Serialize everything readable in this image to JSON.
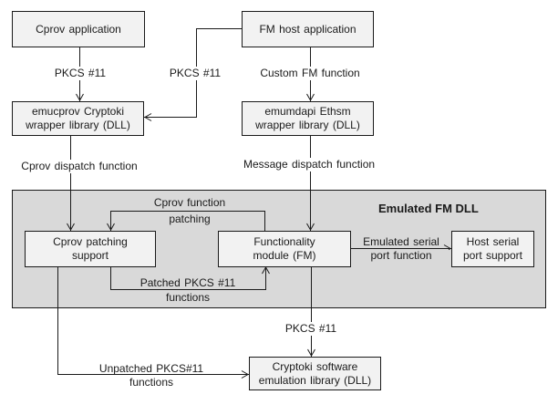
{
  "region": {
    "title": "Emulated FM DLL",
    "fill": "#d9d9d9"
  },
  "boxes": {
    "cprov_app": {
      "label": "Cprov application"
    },
    "fm_host_app": {
      "label": "FM host application"
    },
    "emucprov": {
      "line1": "emucprov Cryptoki",
      "line2": "wrapper library (DLL)"
    },
    "emumdapi": {
      "line1": "emumdapi Ethsm",
      "line2": "wrapper library (DLL)"
    },
    "cprov_patching": {
      "line1": "Cprov patching",
      "line2": "support"
    },
    "fm": {
      "line1": "Functionality",
      "line2": "module (FM)"
    },
    "host_serial": {
      "line1": "Host serial",
      "line2": "port support"
    },
    "cryptoki_sw": {
      "line1": "Cryptoki software",
      "line2": "emulation library (DLL)"
    }
  },
  "edges": {
    "pkcs_left": "PKCS #11",
    "pkcs_middle": "PKCS #11",
    "custom_fm": "Custom FM function",
    "cprov_dispatch": "Cprov dispatch function",
    "message_dispatch": "Message dispatch function",
    "cprov_function_patching": {
      "line1": "Cprov function",
      "line2": "patching"
    },
    "patched_pkcs": {
      "line1": "Patched PKCS #11",
      "line2": "functions"
    },
    "emulated_serial": {
      "line1": "Emulated serial",
      "line2": "port function"
    },
    "pkcs_bottom": "PKCS #11",
    "unpatched_pkcs": {
      "line1": "Unpatched PKCS#11",
      "line2": "functions"
    }
  },
  "colors": {
    "box_fill": "#f2f2f2",
    "line": "#1a1a1a",
    "background": "#ffffff"
  }
}
